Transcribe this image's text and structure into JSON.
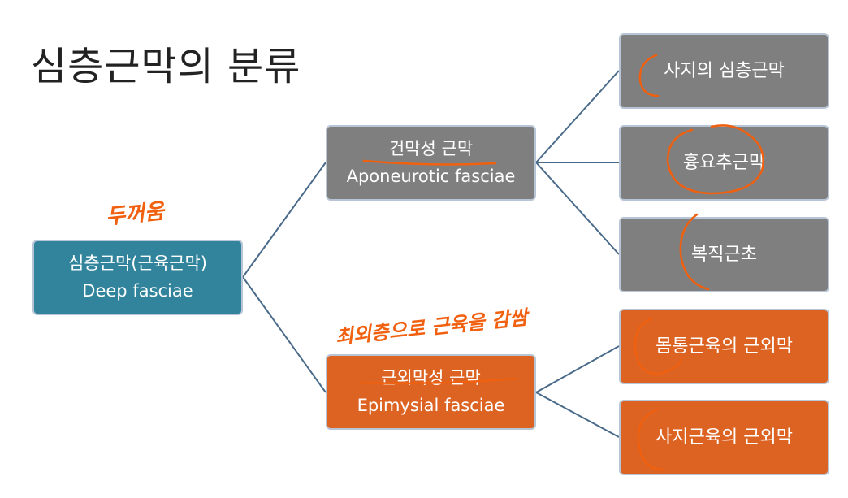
{
  "title": "심층근막의 분류",
  "root": {
    "line1": "심층근막(근육근막)",
    "line2": "Deep fasciae"
  },
  "branches": [
    {
      "line1": "건막성 근막",
      "line2": "Aponeurotic fasciae"
    },
    {
      "line1": "근외막성 근막",
      "line2": "Epimysial fasciae"
    }
  ],
  "leaves": [
    "사지의 심층근막",
    "흉요추근막",
    "복직근초",
    "몸통근육의 근외막",
    "사지근육의 근외막"
  ],
  "annotations": {
    "note1": "두꺼움",
    "note2": "최외층으로 근육을 감쌈"
  },
  "colors": {
    "gray": "#7f7f7f",
    "teal": "#31849b",
    "orange": "#dc6322",
    "connector": "#4a6a8a",
    "annotation": "#f0600f"
  }
}
